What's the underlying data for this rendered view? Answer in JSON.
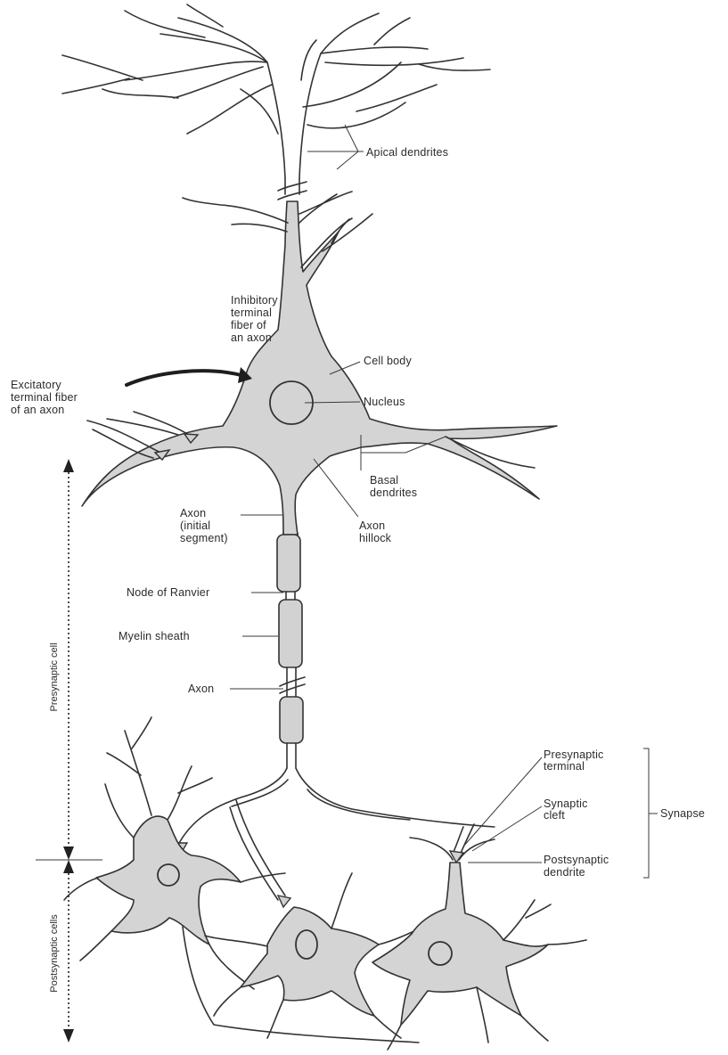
{
  "labels": {
    "apical_dendrites": "Apical dendrites",
    "inhibitory_1": "Inhibitory",
    "inhibitory_2": "terminal",
    "inhibitory_3": "fiber of",
    "inhibitory_4": "an axon",
    "cell_body": "Cell body",
    "excitatory_1": "Excitatory",
    "excitatory_2": "terminal fiber",
    "excitatory_3": "of an axon",
    "nucleus": "Nucleus",
    "basal_1": "Basal",
    "basal_2": "dendrites",
    "axon_initial_1": "Axon",
    "axon_initial_2": "(initial",
    "axon_initial_3": "segment)",
    "hillock_1": "Axon",
    "hillock_2": "hillock",
    "node_of_ranvier": "Node of Ranvier",
    "myelin_sheath": "Myelin sheath",
    "axon": "Axon",
    "presyn_terminal_1": "Presynaptic",
    "presyn_terminal_2": "terminal",
    "synaptic_cleft_1": "Synaptic",
    "synaptic_cleft_2": "cleft",
    "synapse": "Synapse",
    "postsyn_dendrite_1": "Postsynaptic",
    "postsyn_dendrite_2": "dendrite",
    "presynaptic_cell": "Presynaptic cell",
    "postsynaptic_cells": "Postsynaptic cells"
  }
}
